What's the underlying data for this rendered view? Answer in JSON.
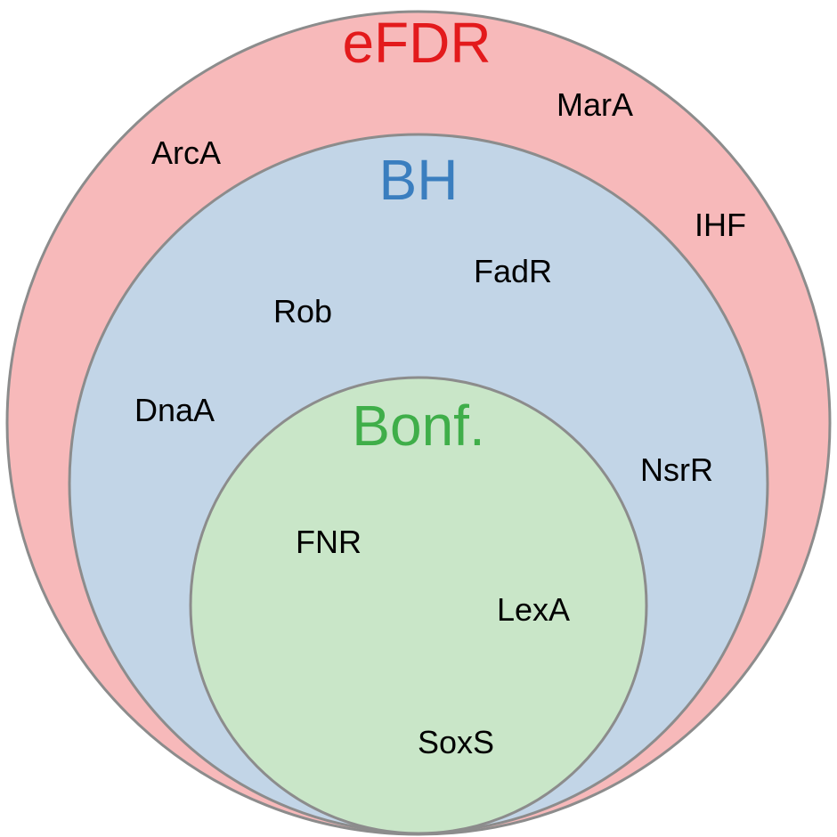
{
  "diagram": {
    "type": "nested-venn",
    "sets": [
      {
        "key": "efdr",
        "title": "eFDR",
        "fill": "#f7b9ba",
        "stroke": "#8c8c8c",
        "title_color": "#e31a1c",
        "members": [
          "ArcA",
          "MarA",
          "IHF"
        ]
      },
      {
        "key": "bh",
        "title": "BH",
        "fill": "#c2d5e7",
        "stroke": "#8c8c8c",
        "title_color": "#3a7ebf",
        "members": [
          "Rob",
          "FadR",
          "DnaA",
          "NsrR"
        ]
      },
      {
        "key": "bonf",
        "title": "Bonf.",
        "fill": "#c9e6c8",
        "stroke": "#8c8c8c",
        "title_color": "#3fae49",
        "members": [
          "FNR",
          "LexA",
          "SoxS"
        ]
      }
    ]
  }
}
